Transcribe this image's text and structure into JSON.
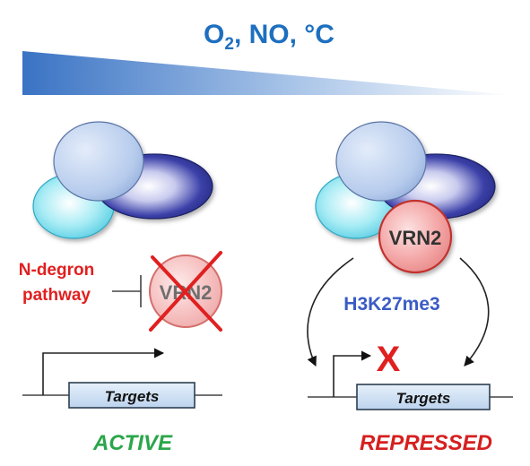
{
  "header": {
    "o2_main": "O",
    "o2_sub": "2",
    "rest": ", NO, °C"
  },
  "left_panel": {
    "inhibitor_label_line1": "N-degron",
    "inhibitor_label_line2": "pathway",
    "protein_label": "VRN2",
    "gene_label": "Targets",
    "state_label": "ACTIVE"
  },
  "right_panel": {
    "protein_label": "VRN2",
    "mark_label": "H3K27me3",
    "block_mark": "X",
    "gene_label": "Targets",
    "state_label": "REPRESSED"
  },
  "colors": {
    "gradient_dark": "#3a73c4",
    "gradient_light": "#ffffff",
    "header_blue": "#1e6fc0",
    "label_red": "#e21f1f",
    "active_green": "#2aa64a",
    "repressed_red": "#d61f1f",
    "mark_blue": "#3a5cc6",
    "block_x_red": "#e02020",
    "vrn2_fill": "#f4a5a5",
    "vrn2_stroke": "#c2332f",
    "gene_box_fill": "#cde0f3",
    "gene_box_stroke": "#2c3e50",
    "subunit_blue": "#b9cdee",
    "subunit_navy": "#2a2f8c",
    "subunit_cyan": "#5ccfe2"
  }
}
